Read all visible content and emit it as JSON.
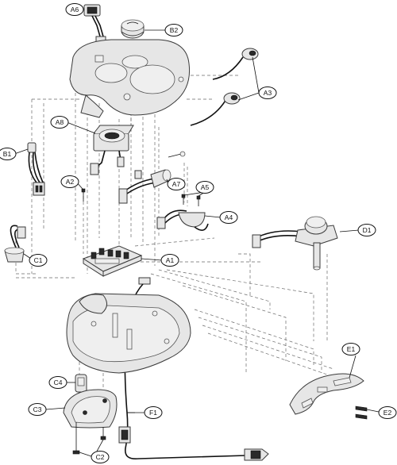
{
  "callouts": [
    {
      "id": "a6",
      "label": "A6"
    },
    {
      "id": "b2",
      "label": "B2"
    },
    {
      "id": "a3",
      "label": "A3"
    },
    {
      "id": "a8",
      "label": "A8"
    },
    {
      "id": "b1",
      "label": "B1"
    },
    {
      "id": "a2",
      "label": "A2"
    },
    {
      "id": "a7",
      "label": "A7"
    },
    {
      "id": "a5",
      "label": "A5"
    },
    {
      "id": "a4",
      "label": "A4"
    },
    {
      "id": "d1",
      "label": "D1"
    },
    {
      "id": "c1",
      "label": "C1"
    },
    {
      "id": "a1",
      "label": "A1"
    },
    {
      "id": "e1",
      "label": "E1"
    },
    {
      "id": "c4",
      "label": "C4"
    },
    {
      "id": "c3",
      "label": "C3"
    },
    {
      "id": "f1",
      "label": "F1"
    },
    {
      "id": "e2",
      "label": "E2"
    },
    {
      "id": "c2",
      "label": "C2"
    }
  ]
}
